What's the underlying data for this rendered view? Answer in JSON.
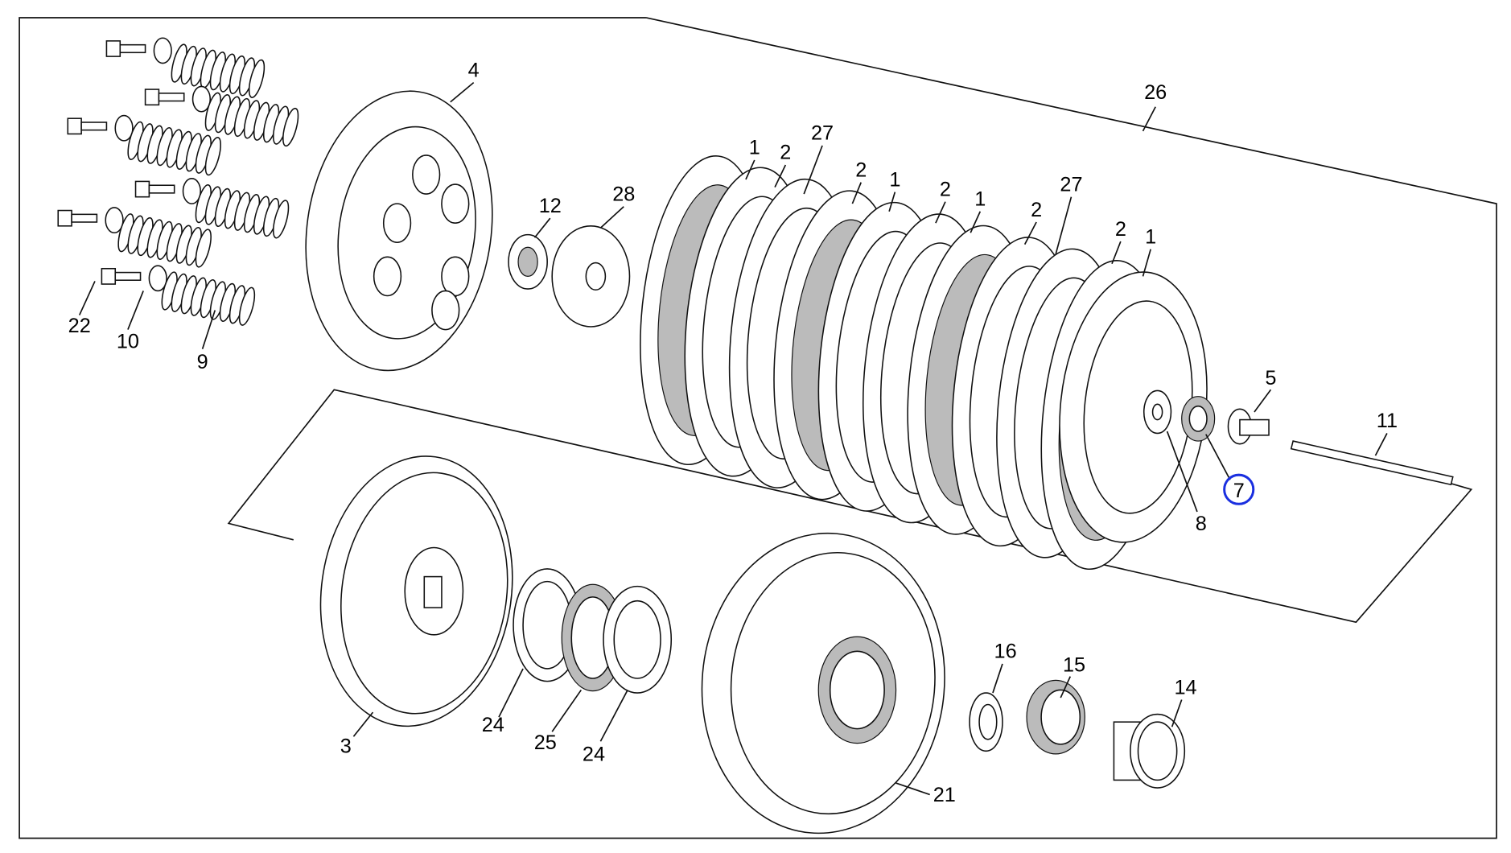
{
  "diagram": {
    "type": "exploded-parts-view",
    "highlight_color": "#1a2fe0",
    "callouts": {
      "c4": "4",
      "c26": "26",
      "c1a": "1",
      "c2a": "2",
      "c27a": "27",
      "c2b": "2",
      "c1b": "1",
      "c2c": "2",
      "c1c": "1",
      "c2d": "2",
      "c27b": "27",
      "c2e": "2",
      "c1d": "1",
      "c12": "12",
      "c28": "28",
      "c22": "22",
      "c10": "10",
      "c9": "9",
      "c5": "5",
      "c11": "11",
      "c7": "7",
      "c8": "8",
      "c3": "3",
      "c24a": "24",
      "c25": "25",
      "c24b": "24",
      "c21": "21",
      "c16": "16",
      "c15": "15",
      "c14": "14"
    }
  }
}
